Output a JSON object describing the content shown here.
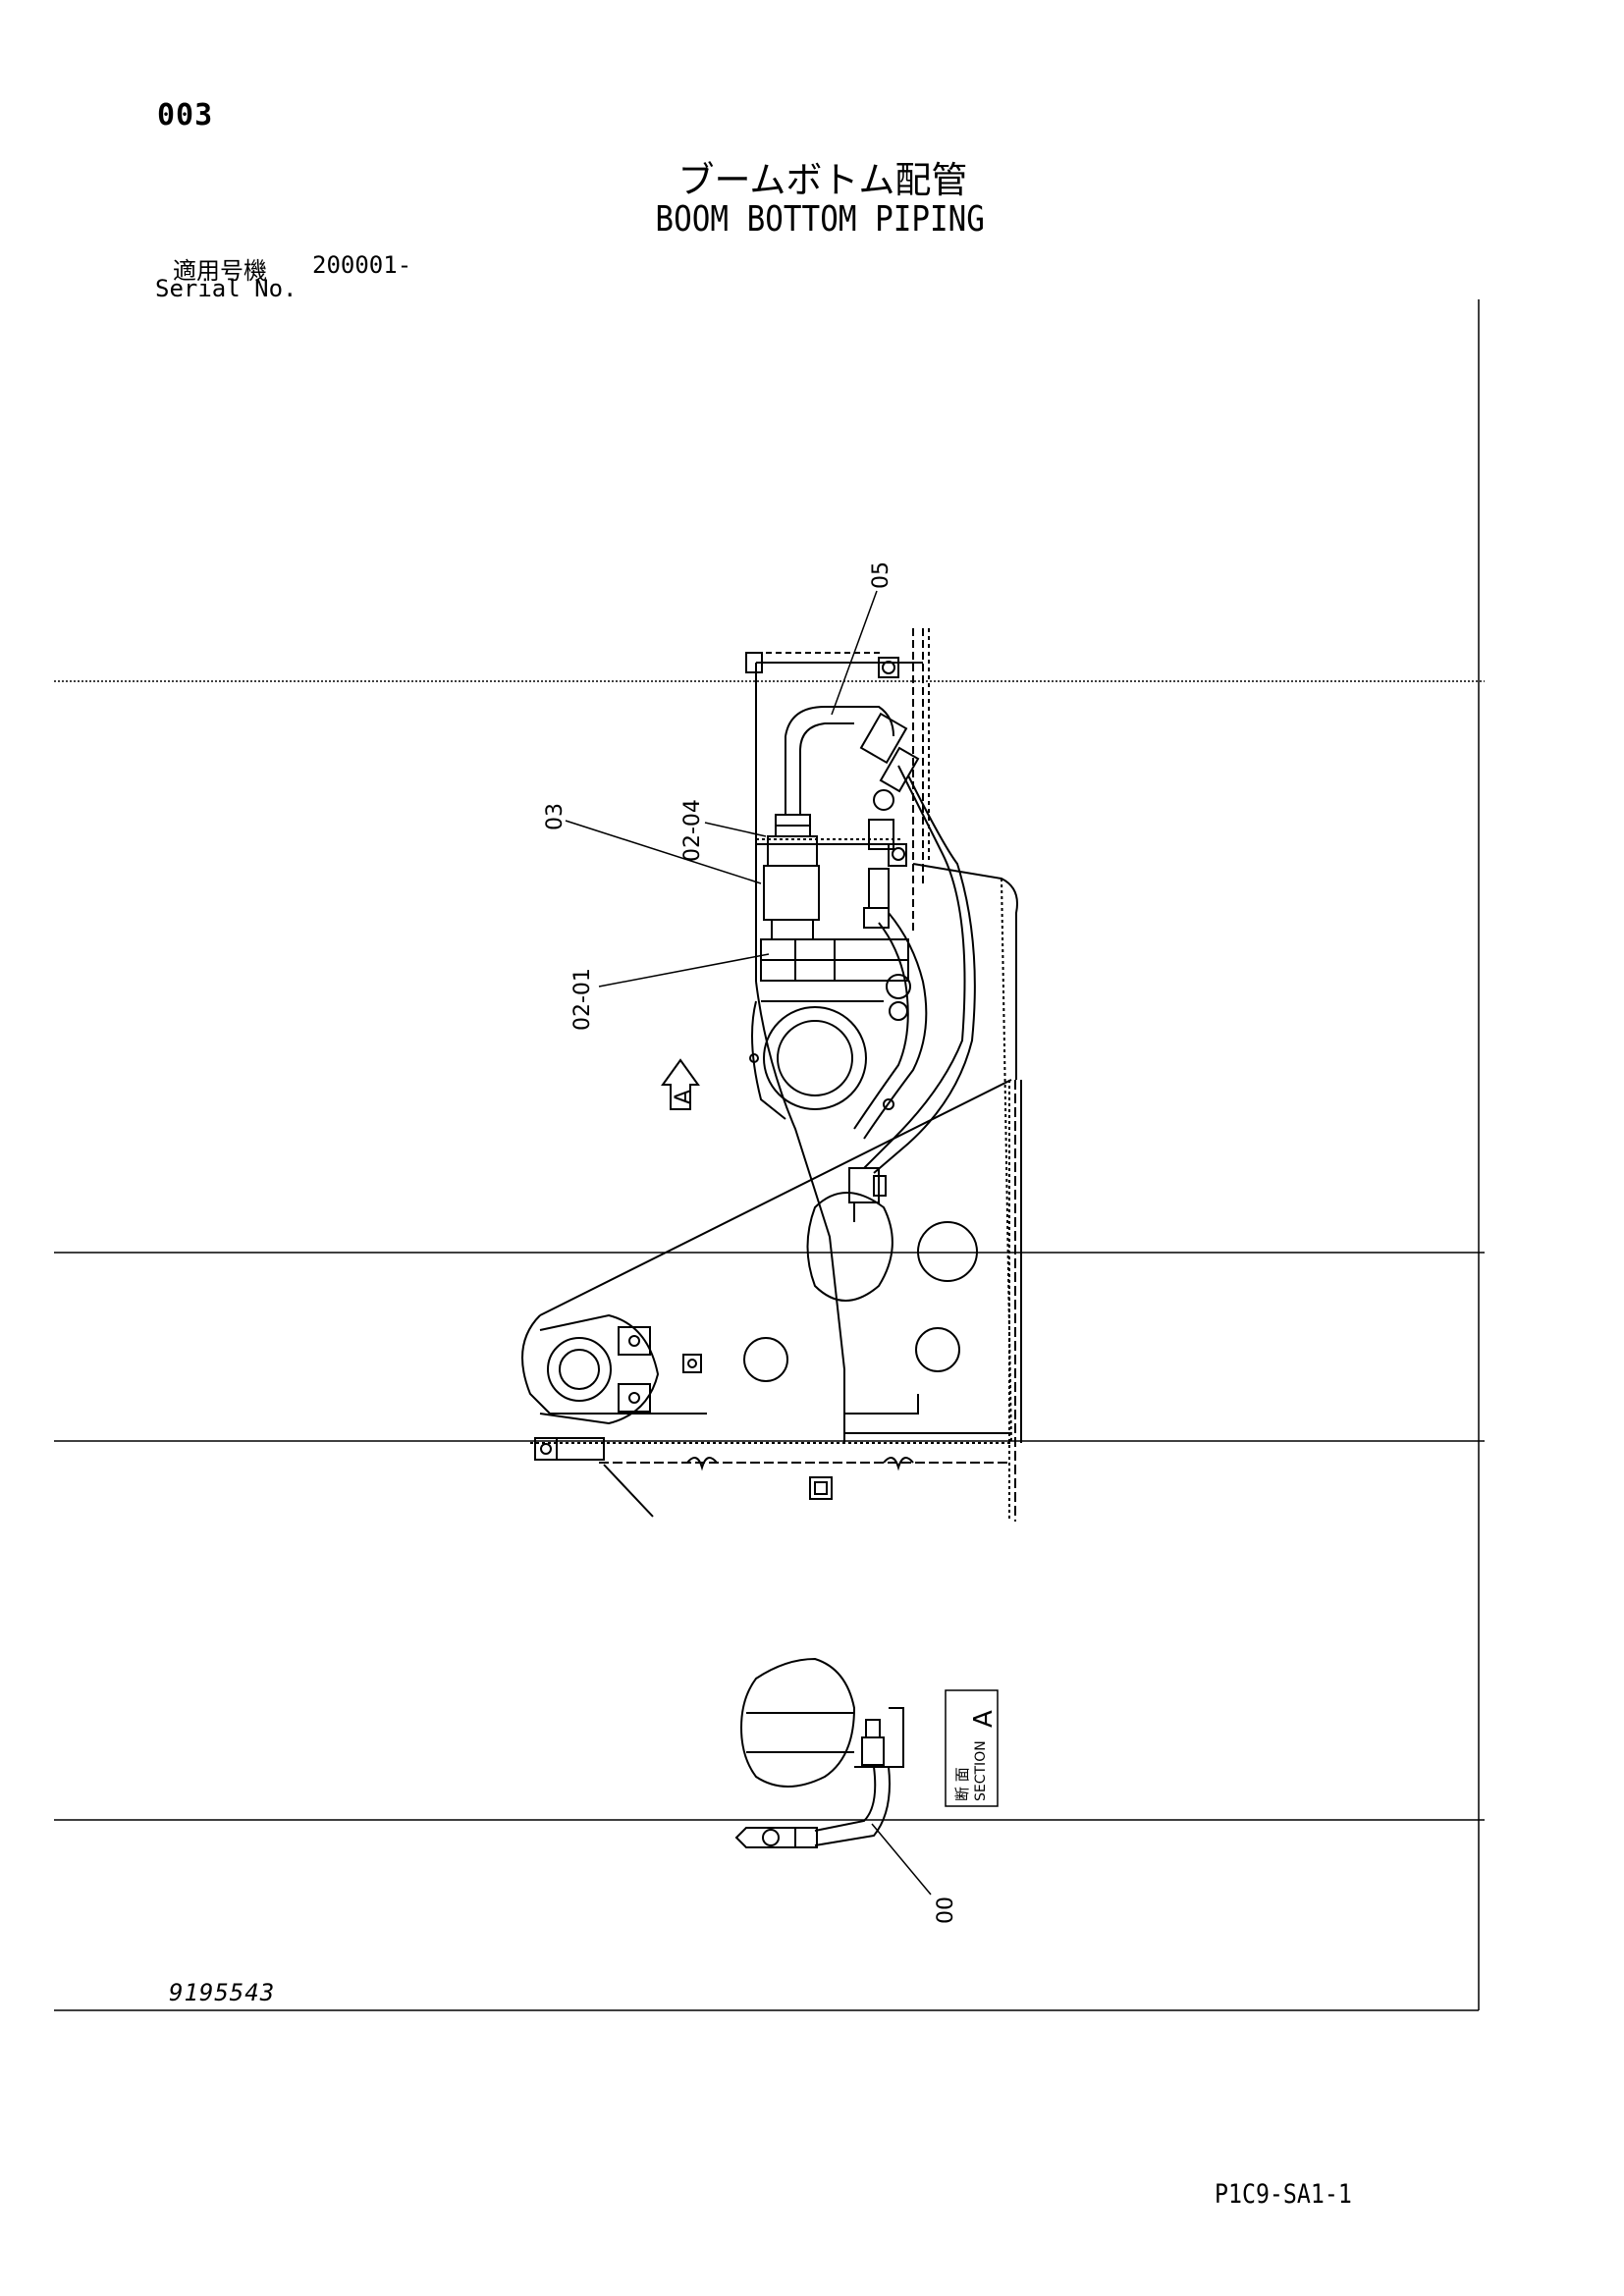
{
  "page": {
    "page_number": "003",
    "title_ja": "ブームボトム配管",
    "title_en": "BOOM BOTTOM PIPING",
    "serial_label_ja": "適用号機",
    "serial_value": "200001-",
    "serial_label_en": "Serial No.",
    "drawing_number": "9195543",
    "sheet_code": "P1C9-SA1-1"
  },
  "callouts": {
    "c05": "05",
    "c03": "03",
    "c02_04": "02-04",
    "c02_01": "02-01",
    "c00": "00"
  },
  "view_marker": {
    "letter": "A"
  },
  "section_box": {
    "title_ja": "断 面",
    "title_en": "SECTION",
    "letter": "A"
  }
}
